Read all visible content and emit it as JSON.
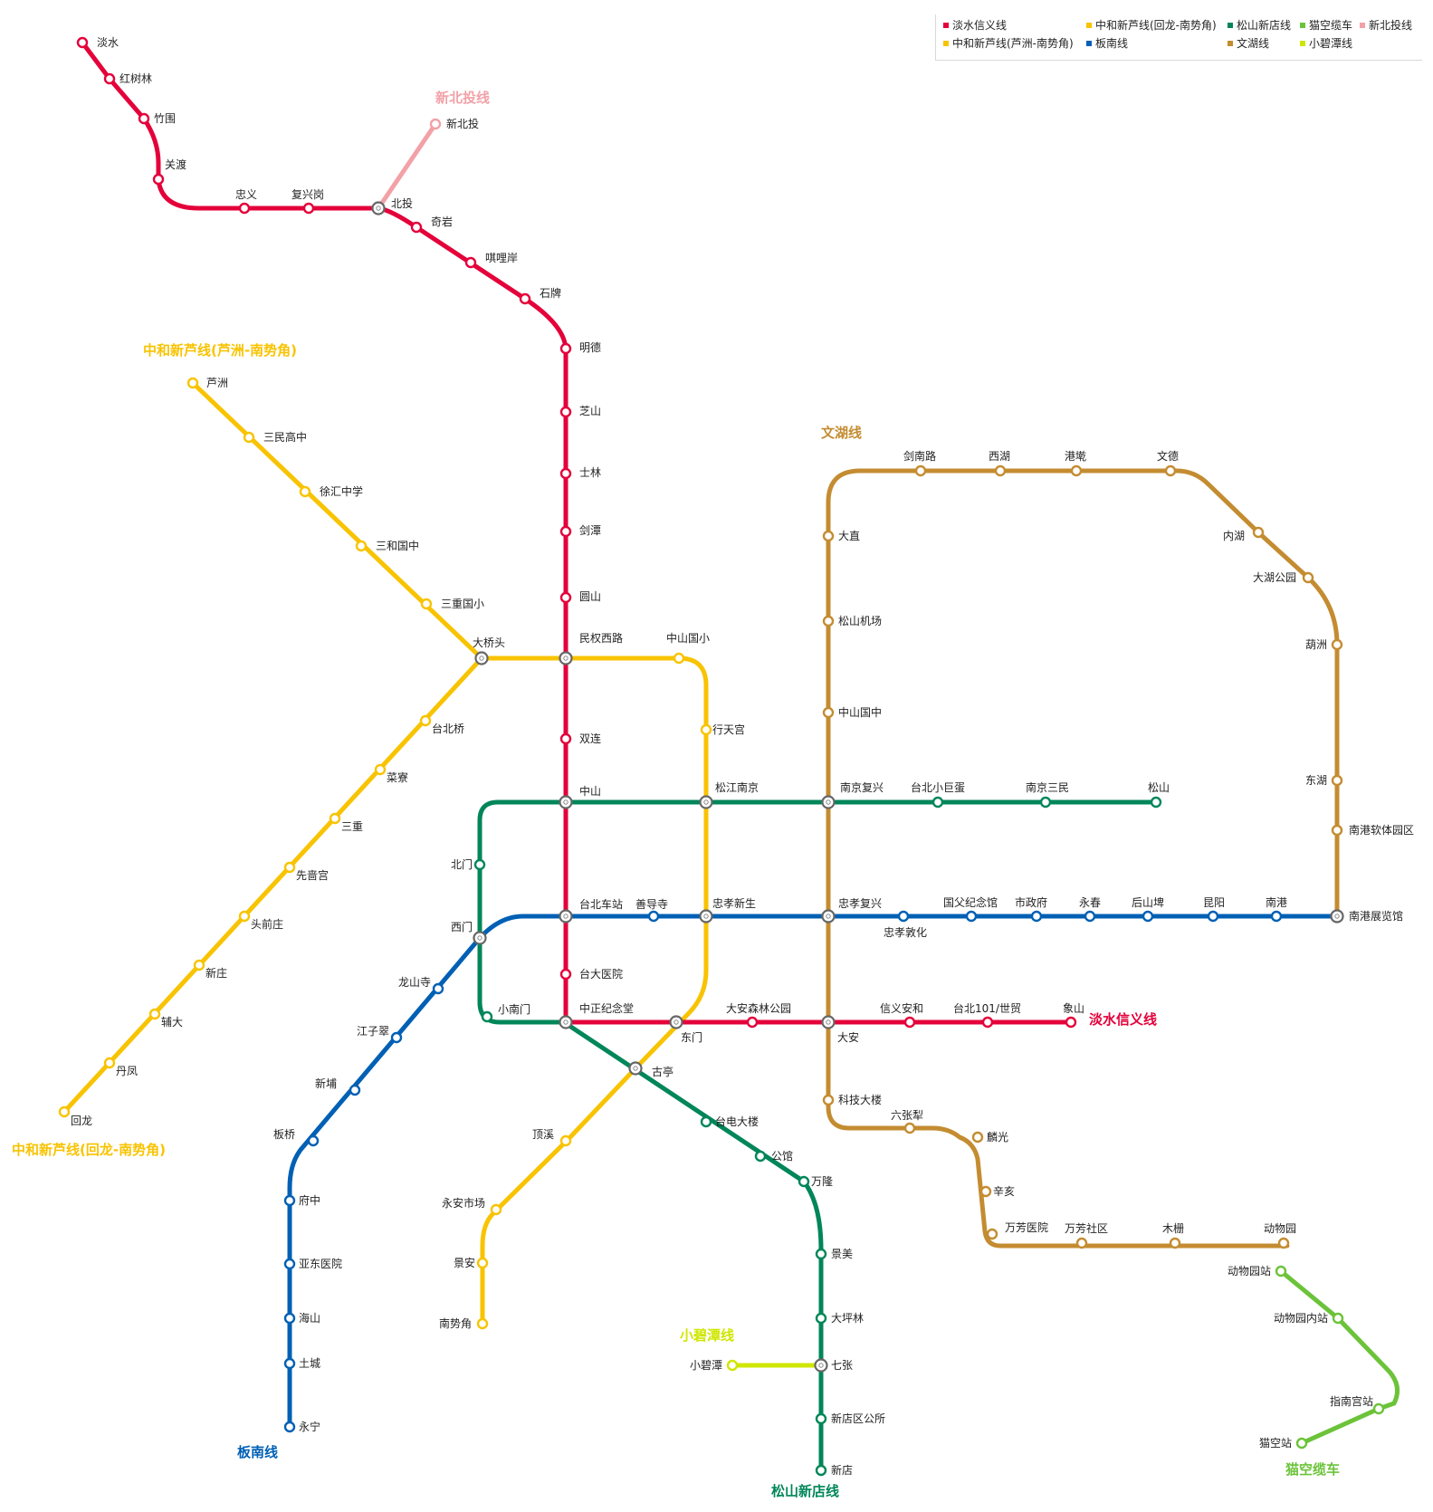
{
  "lines": {
    "tamsui": {
      "name": "淡水信义线",
      "color": "#e4003a"
    },
    "xinbeitou": {
      "name": "新北投线",
      "color": "#f2a1a7"
    },
    "luzhou": {
      "name": "中和新芦线(芦洲-南势角)",
      "color": "#f8c300"
    },
    "huilong": {
      "name": "中和新芦线(回龙-南势角)",
      "color": "#f8c300"
    },
    "songshan": {
      "name": "松山新店线",
      "color": "#008659"
    },
    "bannan": {
      "name": "板南线",
      "color": "#0060b4"
    },
    "wenhu": {
      "name": "文湖线",
      "color": "#c48c31"
    },
    "maokong": {
      "name": "猫空缆车",
      "color": "#6cc33a"
    },
    "xiaobitan": {
      "name": "小碧潭线",
      "color": "#cfe600"
    }
  },
  "legend": {
    "items": [
      "淡水信义线",
      "中和新芦线(回龙-南势角)",
      "松山新店线",
      "猫空缆车",
      "新北投线",
      "中和新芦线(芦洲-南势角)",
      "板南线",
      "文湖线",
      "小碧潭线"
    ],
    "colors": [
      "#e4003a",
      "#f8c300",
      "#008659",
      "#6cc33a",
      "#f2a1a7",
      "#f8c300",
      "#0060b4",
      "#c48c31",
      "#cfe600"
    ]
  },
  "stations": {
    "tamsui": [
      "淡水",
      "红树林",
      "竹围",
      "关渡",
      "忠义",
      "复兴岗",
      "北投",
      "奇岩",
      "唭哩岸",
      "石牌",
      "明德",
      "芝山",
      "士林",
      "剑潭",
      "圆山",
      "民权西路",
      "双连",
      "中山",
      "台北车站",
      "台大医院",
      "中正纪念堂",
      "东门",
      "大安森林公园",
      "大安",
      "信义安和",
      "台北101/世贸",
      "象山"
    ],
    "xinbeitou": [
      "新北投"
    ],
    "luzhou": [
      "芦洲",
      "三民高中",
      "徐汇中学",
      "三和国中",
      "三重国小",
      "大桥头"
    ],
    "huilong": [
      "回龙",
      "丹凤",
      "辅大",
      "新庄",
      "头前庄",
      "先啬宫",
      "三重",
      "菜寮",
      "台北桥"
    ],
    "zhonghe_trunk": [
      "中山国小",
      "行天宫",
      "松江南京",
      "忠孝新生",
      "古亭",
      "顶溪",
      "永安市场",
      "景安",
      "南势角"
    ],
    "songshan": [
      "北门",
      "西门",
      "小南门",
      "台电大楼",
      "公馆",
      "万隆",
      "景美",
      "大坪林",
      "七张",
      "新店区公所",
      "新店",
      "南京复兴",
      "台北小巨蛋",
      "南京三民",
      "松山"
    ],
    "xiaobitan": [
      "小碧潭"
    ],
    "bannan": [
      "永宁",
      "土城",
      "海山",
      "亚东医院",
      "府中",
      "板桥",
      "新埔",
      "江子翠",
      "龙山寺",
      "善导寺",
      "忠孝复兴",
      "忠孝敦化",
      "国父纪念馆",
      "市政府",
      "永春",
      "后山埤",
      "昆阳",
      "南港",
      "南港展览馆"
    ],
    "wenhu": [
      "动物园",
      "木栅",
      "万芳社区",
      "万芳医院",
      "辛亥",
      "麟光",
      "六张犁",
      "科技大楼",
      "中山国中",
      "松山机场",
      "大直",
      "剑南路",
      "西湖",
      "港墘",
      "文德",
      "内湖",
      "大湖公园",
      "葫洲",
      "东湖",
      "南港软体园区"
    ],
    "maokong": [
      "动物园站",
      "动物园内站",
      "指南宫站",
      "猫空站"
    ]
  }
}
